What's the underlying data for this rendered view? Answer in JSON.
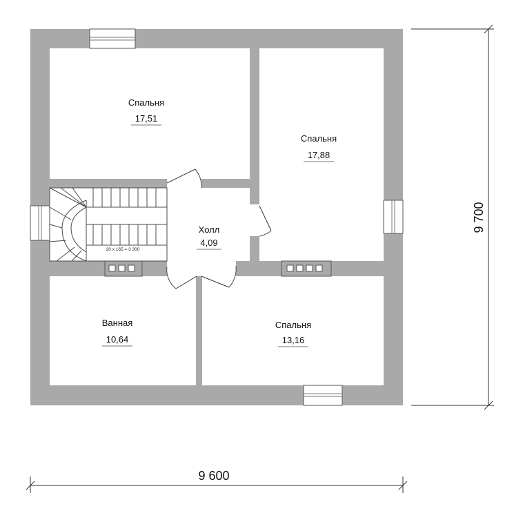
{
  "rooms": {
    "bedroom_top_left": {
      "name": "Спальня",
      "area": "17,51"
    },
    "bedroom_right": {
      "name": "Спальня",
      "area": "17,88"
    },
    "hall": {
      "name": "Холл",
      "area": "4,09"
    },
    "bathroom": {
      "name": "Ванная",
      "area": "10,64"
    },
    "bedroom_bottom_right": {
      "name": "Спальня",
      "area": "13,16"
    }
  },
  "stair": {
    "note": "20 x 165 = 3 300"
  },
  "dimensions": {
    "width": "9 600",
    "height": "9 700"
  },
  "colors": {
    "wall": "#a9a9a9",
    "room_fill": "#ffffff",
    "line": "#333333"
  }
}
